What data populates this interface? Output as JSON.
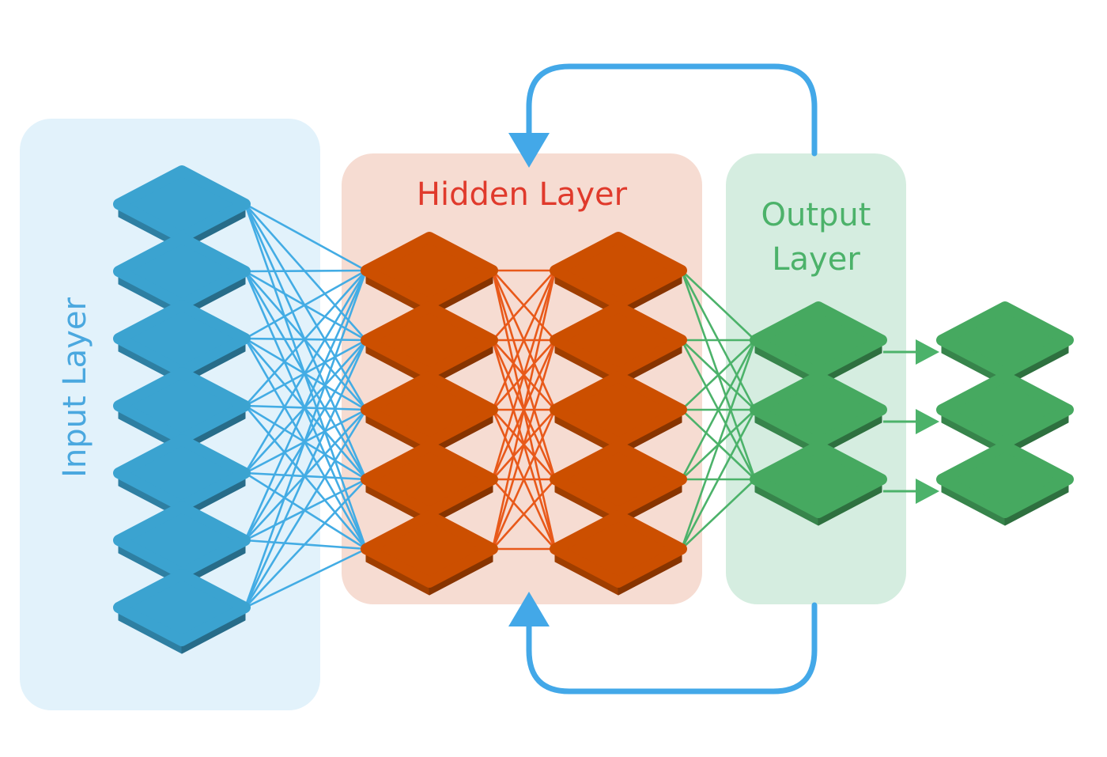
{
  "layers": {
    "input": {
      "title": "Input Layer",
      "node_count": 7,
      "color": "#3ba3d0",
      "panel_color": "#e2f2fb",
      "text_color": "#4aa8df"
    },
    "hidden": {
      "title": "Hidden Layer",
      "node_count_per_column": 5,
      "columns": 2,
      "color": "#cc4f00",
      "panel_color": "#f6dcd2",
      "text_color": "#e03a2c"
    },
    "output": {
      "title_line1": "Output",
      "title_line2": "Layer",
      "node_count": 3,
      "color": "#46a960",
      "panel_color": "#d5ede0",
      "text_color": "#4cb26a"
    }
  },
  "results": {
    "node_count": 3,
    "color": "#46a960"
  },
  "connections": {
    "input_to_hidden_color": "#43ace4",
    "hidden_to_hidden_color": "#e8591a",
    "hidden_to_output_color": "#4cb26a",
    "output_to_result_color": "#4cb26a"
  },
  "feedback_loops": {
    "color": "#43a8e8",
    "count": 2
  }
}
